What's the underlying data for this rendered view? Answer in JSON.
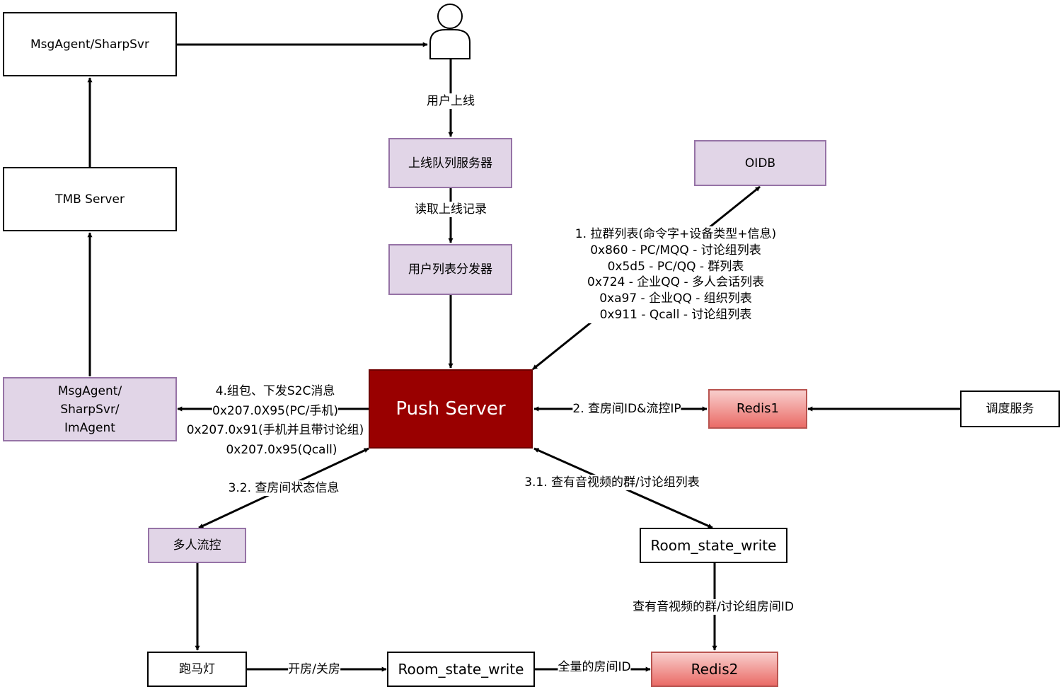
{
  "nodes": {
    "msgagent_sharpsvr_top": "MsgAgent/SharpSvr",
    "tmb_server": "TMB Server",
    "msgagent_bottom": [
      "MsgAgent/",
      "SharpSvr/",
      "ImAgent"
    ],
    "online_queue": "上线队列服务器",
    "user_list_dispatcher": "用户列表分发器",
    "oidb": "OIDB",
    "push_server": "Push Server",
    "redis1": "Redis1",
    "scheduler": "调度服务",
    "multi_flow_control": "多人流控",
    "room_state_write_right": "Room_state_write",
    "marquee": "跑马灯",
    "room_state_write_bottom": "Room_state_write",
    "redis2": "Redis2"
  },
  "edge_labels": {
    "user_online": "用户上线",
    "read_online_record": "读取上线记录",
    "pull_group_list": [
      "1. 拉群列表(命令字+设备类型+信息)",
      "0x860 - PC/MQQ - 讨论组列表",
      "0x5d5 - PC/QQ - 群列表",
      "0x724 - 企业QQ - 多人会话列表",
      "0xa97 - 企业QQ - 组织列表",
      "0x911 - Qcall - 讨论组列表"
    ],
    "push_s2c": [
      "4.组包、下发S2C消息",
      "0x207.0X95(PC/手机)",
      "0x207.0x91(手机并且带讨论组)",
      "0x207.0x95(Qcall)"
    ],
    "query_room_id": "2. 查房间ID&流控IP",
    "query_av_groups": "3.1. 查有音视频的群/讨论组列表",
    "query_room_state": "3.2. 查房间状态信息",
    "query_av_room_id": "查有音视频的群/讨论组房间ID",
    "open_close_room": "开房/关房",
    "full_room_id": "全量的房间ID"
  },
  "colors": {
    "push_server_fill": "#990000",
    "purple_fill": "#e1d5e7",
    "purple_stroke": "#9673a6",
    "red_fill": "#f8cecc",
    "red_stroke": "#b85450"
  }
}
